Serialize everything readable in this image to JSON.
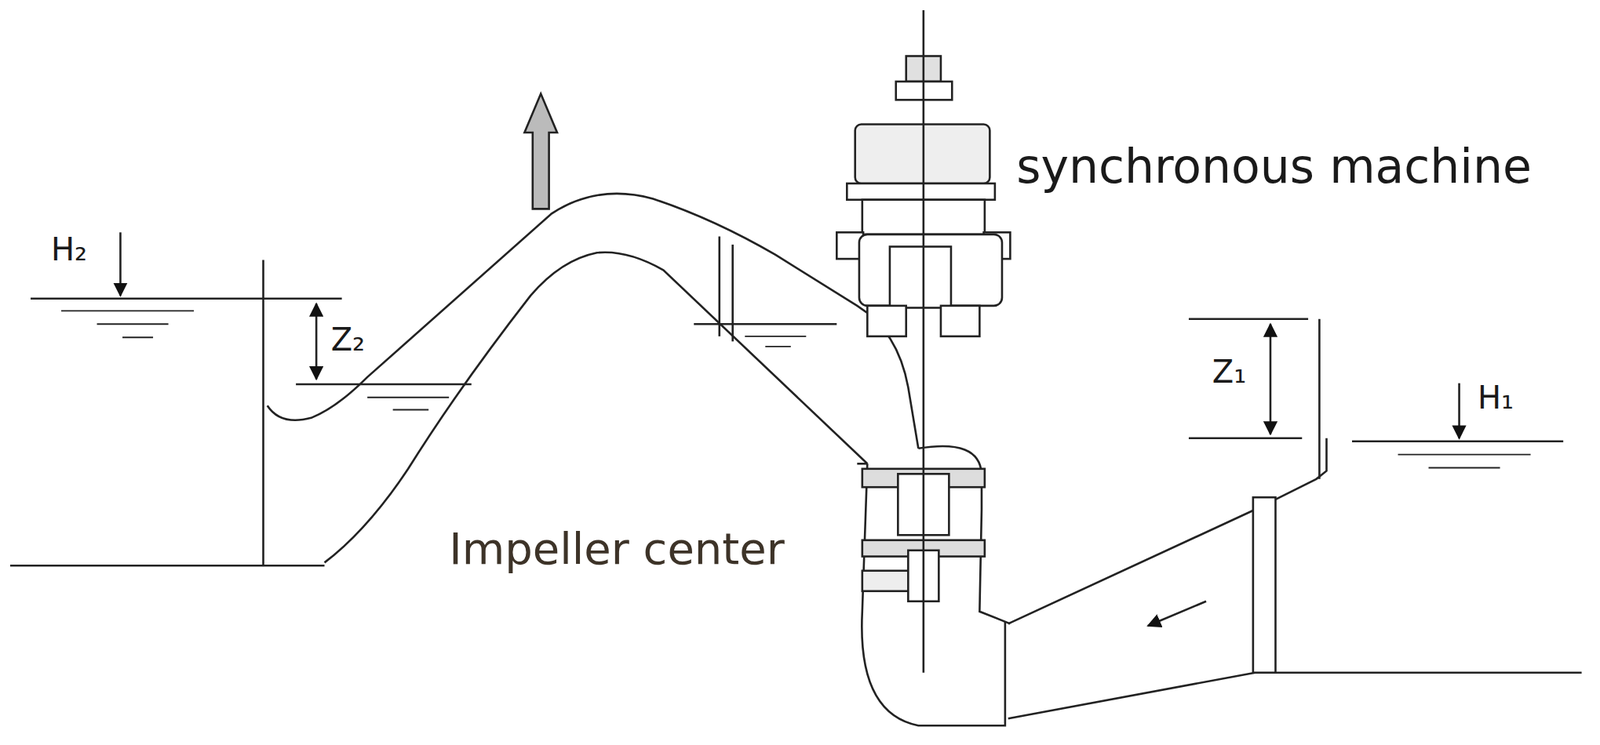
{
  "diagram": {
    "labels": [
      "H₂",
      "Z₂",
      "synchronous machine",
      "Z₁",
      "H₁",
      "Impeller center"
    ]
  }
}
